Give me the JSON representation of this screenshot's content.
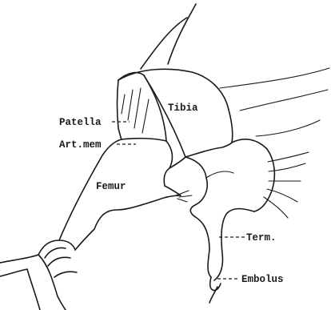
{
  "diagram": {
    "labels": {
      "patella": "Patella",
      "art_mem": "Art.mem",
      "tibia": "Tibia",
      "femur": "Femur",
      "term": "Term.",
      "embolus": "Embolus"
    },
    "line_color": "#1a1a1a",
    "background": "#ffffff"
  }
}
